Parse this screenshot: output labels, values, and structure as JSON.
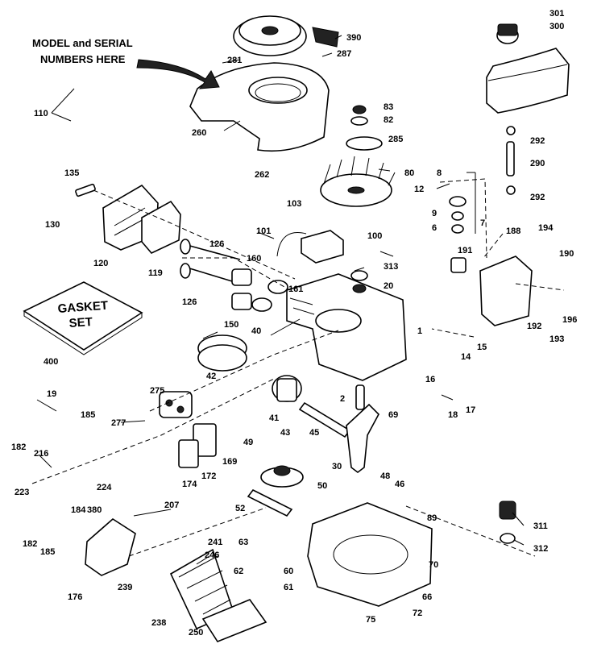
{
  "diagram": {
    "model_note": [
      "MODEL and SERIAL",
      "NUMBERS HERE"
    ],
    "gasket_set": [
      "GASKET",
      "SET"
    ],
    "labels": [
      {
        "id": "301",
        "text": "301"
      },
      {
        "id": "300",
        "text": "300"
      },
      {
        "id": "390",
        "text": "390"
      },
      {
        "id": "281",
        "text": "281"
      },
      {
        "id": "287",
        "text": "287"
      },
      {
        "id": "110",
        "text": "110"
      },
      {
        "id": "260",
        "text": "260"
      },
      {
        "id": "262",
        "text": "262"
      },
      {
        "id": "83",
        "text": "83"
      },
      {
        "id": "82",
        "text": "82"
      },
      {
        "id": "285",
        "text": "285"
      },
      {
        "id": "80",
        "text": "80"
      },
      {
        "id": "292a",
        "text": "292"
      },
      {
        "id": "290",
        "text": "290"
      },
      {
        "id": "292b",
        "text": "292"
      },
      {
        "id": "135",
        "text": "135"
      },
      {
        "id": "130",
        "text": "130"
      },
      {
        "id": "120",
        "text": "120"
      },
      {
        "id": "119",
        "text": "119"
      },
      {
        "id": "103",
        "text": "103"
      },
      {
        "id": "8a",
        "text": "8"
      },
      {
        "id": "12",
        "text": "12"
      },
      {
        "id": "9",
        "text": "9"
      },
      {
        "id": "6",
        "text": "6"
      },
      {
        "id": "7",
        "text": "7"
      },
      {
        "id": "101",
        "text": "101"
      },
      {
        "id": "100",
        "text": "100"
      },
      {
        "id": "188",
        "text": "188"
      },
      {
        "id": "194",
        "text": "194"
      },
      {
        "id": "190",
        "text": "190"
      },
      {
        "id": "191",
        "text": "191"
      },
      {
        "id": "196",
        "text": "196"
      },
      {
        "id": "126a",
        "text": "126"
      },
      {
        "id": "160",
        "text": "160"
      },
      {
        "id": "313",
        "text": "313"
      },
      {
        "id": "20",
        "text": "20"
      },
      {
        "id": "126b",
        "text": "126"
      },
      {
        "id": "161",
        "text": "161"
      },
      {
        "id": "150",
        "text": "150"
      },
      {
        "id": "40",
        "text": "40"
      },
      {
        "id": "1",
        "text": "1"
      },
      {
        "id": "192",
        "text": "192"
      },
      {
        "id": "193",
        "text": "193"
      },
      {
        "id": "400",
        "text": "400"
      },
      {
        "id": "15",
        "text": "15"
      },
      {
        "id": "14",
        "text": "14"
      },
      {
        "id": "42",
        "text": "42"
      },
      {
        "id": "16",
        "text": "16"
      },
      {
        "id": "275",
        "text": "275"
      },
      {
        "id": "2",
        "text": "2"
      },
      {
        "id": "17",
        "text": "17"
      },
      {
        "id": "18",
        "text": "18"
      },
      {
        "id": "19",
        "text": "19"
      },
      {
        "id": "41",
        "text": "41"
      },
      {
        "id": "69",
        "text": "69"
      },
      {
        "id": "185",
        "text": "185"
      },
      {
        "id": "43",
        "text": "43"
      },
      {
        "id": "277",
        "text": "277"
      },
      {
        "id": "45",
        "text": "45"
      },
      {
        "id": "49",
        "text": "49"
      },
      {
        "id": "169",
        "text": "169"
      },
      {
        "id": "182a",
        "text": "182"
      },
      {
        "id": "216",
        "text": "216"
      },
      {
        "id": "30",
        "text": "30"
      },
      {
        "id": "48",
        "text": "48"
      },
      {
        "id": "46",
        "text": "46"
      },
      {
        "id": "172",
        "text": "172"
      },
      {
        "id": "174",
        "text": "174"
      },
      {
        "id": "224",
        "text": "224"
      },
      {
        "id": "50",
        "text": "50"
      },
      {
        "id": "223",
        "text": "223"
      },
      {
        "id": "207",
        "text": "207"
      },
      {
        "id": "52",
        "text": "52"
      },
      {
        "id": "184",
        "text": "184"
      },
      {
        "id": "380",
        "text": "380"
      },
      {
        "id": "311",
        "text": "311"
      },
      {
        "id": "182b",
        "text": "182"
      },
      {
        "id": "89",
        "text": "89"
      },
      {
        "id": "312",
        "text": "312"
      },
      {
        "id": "63",
        "text": "63"
      },
      {
        "id": "241",
        "text": "241"
      },
      {
        "id": "185b",
        "text": "185"
      },
      {
        "id": "246",
        "text": "246"
      },
      {
        "id": "70",
        "text": "70"
      },
      {
        "id": "62",
        "text": "62"
      },
      {
        "id": "60",
        "text": "60"
      },
      {
        "id": "176",
        "text": "176"
      },
      {
        "id": "239",
        "text": "239"
      },
      {
        "id": "61",
        "text": "61"
      },
      {
        "id": "66",
        "text": "66"
      },
      {
        "id": "238",
        "text": "238"
      },
      {
        "id": "75",
        "text": "75"
      },
      {
        "id": "72",
        "text": "72"
      },
      {
        "id": "250",
        "text": "250"
      }
    ]
  }
}
